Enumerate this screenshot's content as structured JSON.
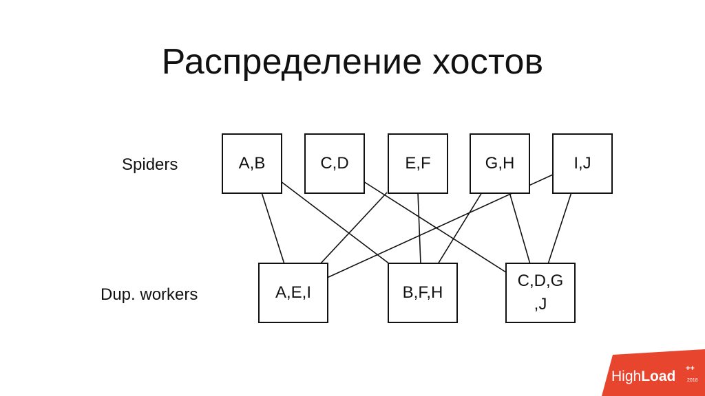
{
  "title": "Распределение хостов",
  "rows": {
    "spiders_label": "Spiders",
    "workers_label": "Dup. workers"
  },
  "spiders": [
    {
      "id": "ab",
      "label": "A,B"
    },
    {
      "id": "cd",
      "label": "C,D"
    },
    {
      "id": "ef",
      "label": "E,F"
    },
    {
      "id": "gh",
      "label": "G,H"
    },
    {
      "id": "ij",
      "label": "I,J"
    }
  ],
  "workers": [
    {
      "id": "aei",
      "label": "A,E,I"
    },
    {
      "id": "bfh",
      "label": "B,F,H"
    },
    {
      "id": "cdgj",
      "label_line1": "C,D,G",
      "label_line2": ",J"
    }
  ],
  "edges": [
    {
      "from": "ab",
      "to": "aei"
    },
    {
      "from": "ab",
      "to": "bfh"
    },
    {
      "from": "cd",
      "to": "cdgj"
    },
    {
      "from": "ef",
      "to": "aei"
    },
    {
      "from": "ef",
      "to": "bfh"
    },
    {
      "from": "gh",
      "to": "bfh"
    },
    {
      "from": "gh",
      "to": "cdgj"
    },
    {
      "from": "ij",
      "to": "aei"
    },
    {
      "from": "ij",
      "to": "cdgj"
    }
  ],
  "logo": {
    "text_light": "High",
    "text_bold": "Load",
    "plus": "++",
    "year": "2018",
    "color": "#E8452F"
  }
}
